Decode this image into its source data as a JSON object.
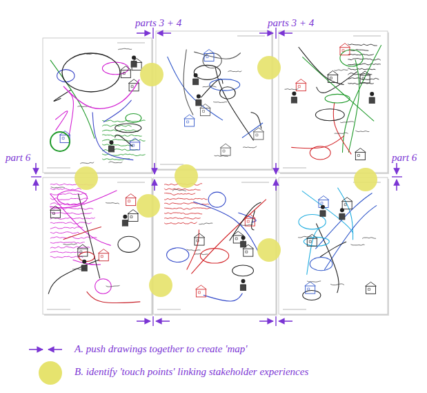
{
  "diagram": {
    "labels": [
      "parts 3 + 4",
      "parts 3 + 4",
      "part 6",
      "part 6"
    ],
    "legend": [
      {
        "text": "A. push drawings together to create 'map'"
      },
      {
        "text": "B. identify 'touch points' linking stakeholder experiences",
        "color": "#e6e36e"
      }
    ]
  }
}
